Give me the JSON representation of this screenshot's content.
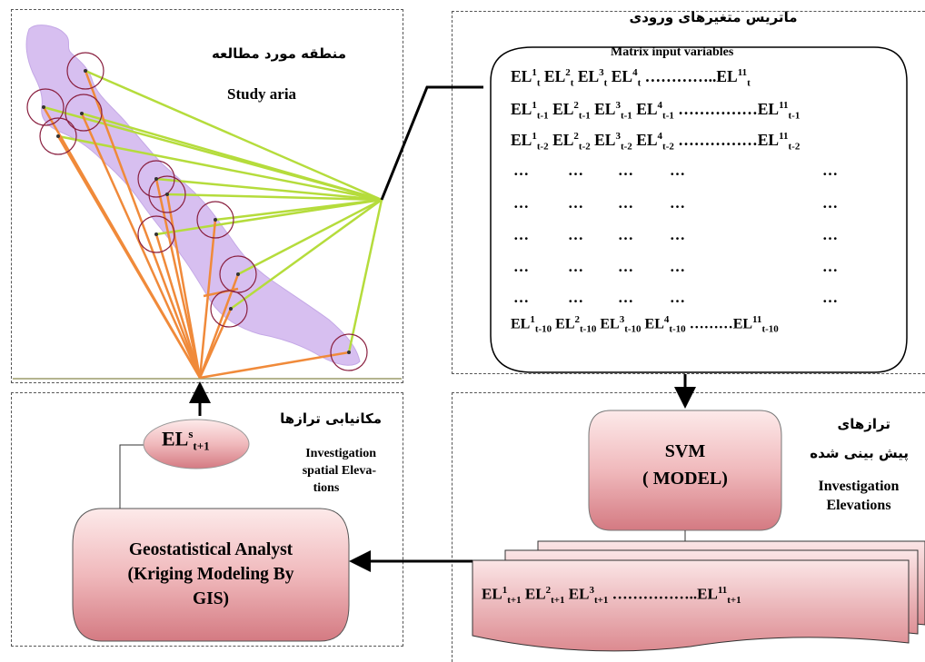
{
  "colors": {
    "lake_fill": "#d7bff0",
    "ray_green": "#b5dc3c",
    "ray_orange": "#f08a3a",
    "circle": "#8a2040",
    "box_gradient_top": "#fbe3e3",
    "box_gradient_bottom": "#d87f86"
  },
  "study_area": {
    "title_fa": "منطقه مورد مطالعه",
    "title_en": "Study aria"
  },
  "matrix": {
    "title_fa": "ماتریس متغیرهای ورودی",
    "title_en": "Matrix input variables",
    "rows": [
      {
        "base": "EL",
        "items": [
          [
            "1",
            "t"
          ],
          [
            "2",
            "t"
          ],
          [
            "3",
            "t"
          ],
          [
            "4",
            "t"
          ]
        ],
        "dots": "…………..",
        "last": [
          "11",
          "t"
        ]
      },
      {
        "base": "EL",
        "items": [
          [
            "1",
            "t-1"
          ],
          [
            "2",
            "t-1"
          ],
          [
            "3",
            "t-1"
          ],
          [
            "4",
            "t-1"
          ]
        ],
        "dots": "……………",
        "last": [
          "11",
          "t-1"
        ]
      },
      {
        "base": "EL",
        "items": [
          [
            "1",
            "t-2"
          ],
          [
            "2",
            "t-2"
          ],
          [
            "3",
            "t-2"
          ],
          [
            "4",
            "t-2"
          ]
        ],
        "dots": "……………",
        "last": [
          "11",
          "t-2"
        ]
      },
      {
        "base": "EL",
        "items": [
          [
            "1",
            "t-10"
          ],
          [
            "2",
            "t-10"
          ],
          [
            "3",
            "t-10"
          ],
          [
            "4",
            "t-10"
          ]
        ],
        "dots": "………",
        "last": [
          "11",
          "t-10"
        ]
      }
    ],
    "ellipsis": "…"
  },
  "mapping": {
    "title_fa": "مکانیابی ترازها",
    "title_en_line1": "Investigation",
    "title_en_line2": "spatial Eleva-",
    "title_en_line3": "tions",
    "output_base": "EL",
    "output_sup": "s",
    "output_sub": "t+1"
  },
  "geostat": {
    "line1": "Geostatistical Analyst",
    "line2": "(Kriging Modeling By",
    "line3": "GIS)"
  },
  "svm": {
    "line1": "SVM",
    "line2": "( MODEL)"
  },
  "predicted": {
    "title_fa_line1": "ترازهای",
    "title_fa_line2": "پیش بینی شده",
    "title_en_line1": "Investigation",
    "title_en_line2": "Elevations",
    "output": {
      "base": "EL",
      "items": [
        [
          "1",
          "t+1"
        ],
        [
          "2",
          "t+1"
        ],
        [
          "3",
          "t+1"
        ]
      ],
      "dots": "……………..",
      "last": [
        "11",
        "t+1"
      ]
    }
  }
}
